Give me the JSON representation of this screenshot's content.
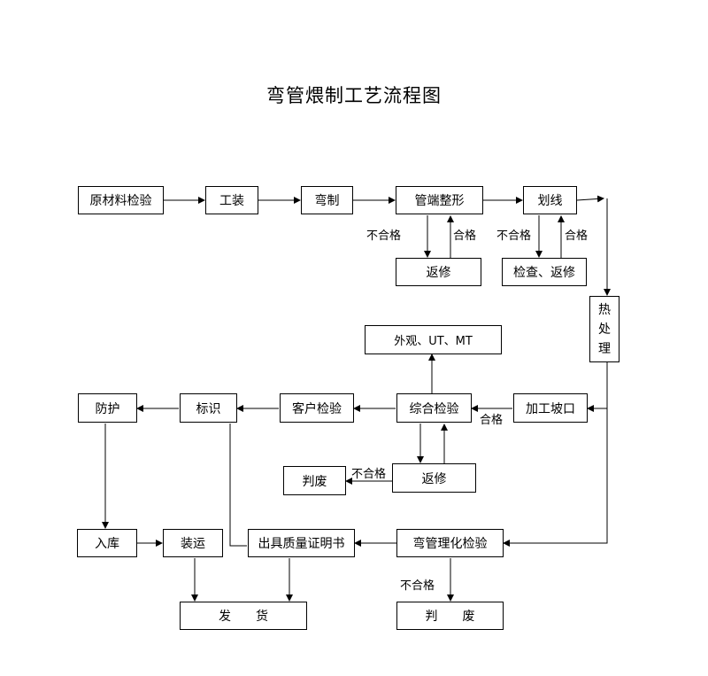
{
  "title": "弯管煨制工艺流程图",
  "nodes": {
    "raw_material": "原材料检验",
    "tooling": "工装",
    "bending": "弯制",
    "end_shaping": "管端整形",
    "marking_line": "划线",
    "repair_1": "返修",
    "inspect_repair": "检查、返修",
    "heat_treatment": [
      "热",
      "处",
      "理"
    ],
    "visual_ut_mt": "外观、UT、MT",
    "bevel": "加工坡口",
    "comprehensive": "综合检验",
    "customer": "客户检验",
    "label": "标识",
    "protection": "防护",
    "scrap_1": "判废",
    "repair_2": "返修",
    "storage": "入库",
    "shipping": "装运",
    "certificate": "出具质量证明书",
    "physchem": "弯管理化检验",
    "delivery": "发　　货",
    "scrap_2": "判　　废"
  },
  "edge_labels": {
    "unqualified_1": "不合格",
    "qualified_1": "合格",
    "unqualified_2": "不合格",
    "qualified_2": "合格",
    "qualified_3": "合格",
    "unqualified_3": "不合格",
    "unqualified_4": "不合格"
  }
}
